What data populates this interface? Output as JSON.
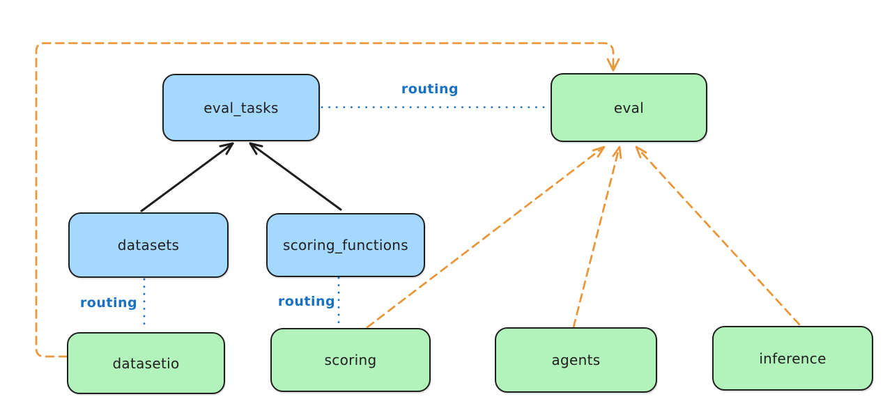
{
  "colors": {
    "background": "#ffffff",
    "blue_node_fill": "#a5d8ff",
    "green_node_fill": "#b2f2bb",
    "node_border": "#1e1e1e",
    "node_label_text": "#1e1e1e",
    "routing_blue": "#1971c2",
    "arrow_orange": "#e8973a",
    "arrow_black": "#1e1e1e"
  },
  "nodes": {
    "eval_tasks": {
      "label": "eval_tasks",
      "fill": "blue"
    },
    "eval": {
      "label": "eval",
      "fill": "green"
    },
    "datasets": {
      "label": "datasets",
      "fill": "blue"
    },
    "scoring_functions": {
      "label": "scoring_functions",
      "fill": "blue"
    },
    "datasetio": {
      "label": "datasetio",
      "fill": "green"
    },
    "scoring": {
      "label": "scoring",
      "fill": "green"
    },
    "agents": {
      "label": "agents",
      "fill": "green"
    },
    "inference": {
      "label": "inference",
      "fill": "green"
    }
  },
  "edges": [
    {
      "from": "datasets",
      "to": "eval_tasks",
      "style": "solid-arrow",
      "color": "black",
      "label": ""
    },
    {
      "from": "scoring_functions",
      "to": "eval_tasks",
      "style": "solid-arrow",
      "color": "black",
      "label": ""
    },
    {
      "from": "eval_tasks",
      "to": "eval",
      "style": "dotted-line",
      "color": "blue",
      "label": "routing"
    },
    {
      "from": "datasets",
      "to": "datasetio",
      "style": "dotted-line",
      "color": "blue",
      "label": "routing"
    },
    {
      "from": "scoring_functions",
      "to": "scoring",
      "style": "dotted-line",
      "color": "blue",
      "label": "routing"
    },
    {
      "from": "datasetio",
      "to": "eval",
      "style": "dashed-arrow",
      "color": "orange",
      "label": "",
      "route": "around-left-and-top"
    },
    {
      "from": "scoring",
      "to": "eval",
      "style": "dashed-arrow",
      "color": "orange",
      "label": ""
    },
    {
      "from": "agents",
      "to": "eval",
      "style": "dashed-arrow",
      "color": "orange",
      "label": ""
    },
    {
      "from": "inference",
      "to": "eval",
      "style": "dashed-arrow",
      "color": "orange",
      "label": ""
    }
  ]
}
